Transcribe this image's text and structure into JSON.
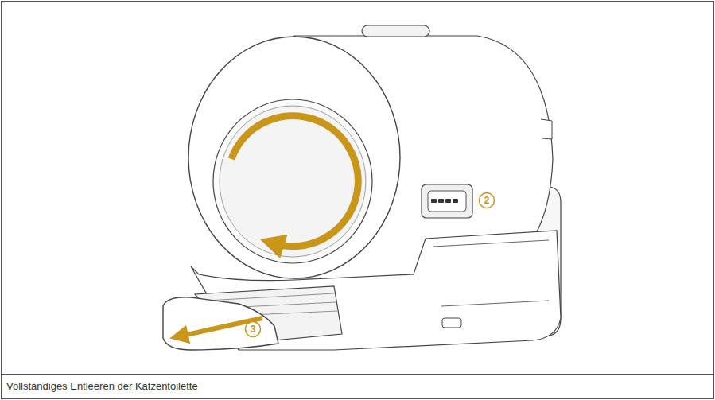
{
  "diagram": {
    "caption": "Vollständiges Entleeren der Katzentoilette",
    "labels": [
      "2",
      "3"
    ]
  }
}
